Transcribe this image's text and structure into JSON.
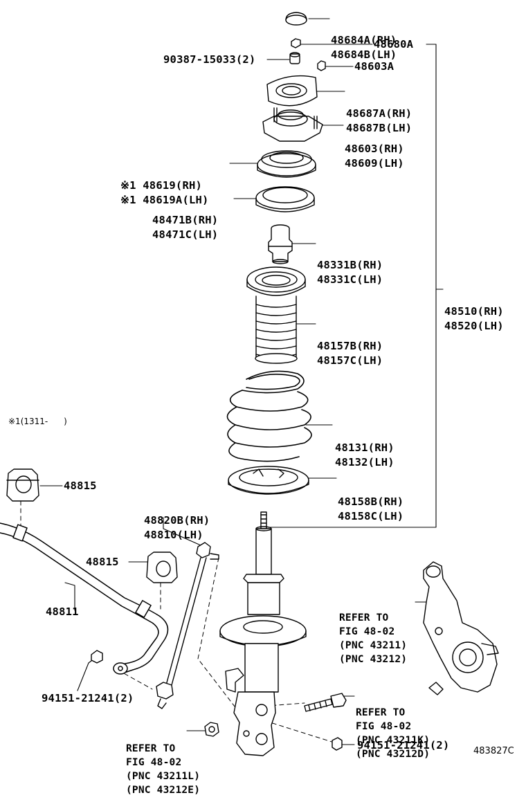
{
  "labels": {
    "p48684": [
      "48684A(RH)",
      "48684B(LH)"
    ],
    "p48680A": "48680A",
    "p90387": "90387-15033(2)",
    "p48603A": "48603A",
    "p48687": [
      "48687A(RH)",
      "48687B(LH)"
    ],
    "p48603": [
      "48603(RH)",
      "48609(LH)"
    ],
    "p48619": [
      "※1 48619(RH)",
      "※1 48619A(LH)"
    ],
    "p48471": [
      "48471B(RH)",
      "48471C(LH)"
    ],
    "p48331": [
      "48331B(RH)",
      "48331C(LH)"
    ],
    "p48510": [
      "48510(RH)",
      "48520(LH)"
    ],
    "p48157": [
      "48157B(RH)",
      "48157C(LH)"
    ],
    "p48131": [
      "48131(RH)",
      "48132(LH)"
    ],
    "p48158": [
      "48158B(RH)",
      "48158C(LH)"
    ],
    "p48815a": "48815",
    "p48820": [
      "48820B(RH)",
      "48810(LH)"
    ],
    "p48815b": "48815",
    "p48811": "48811",
    "ref1": [
      "REFER TO",
      "FIG 48-02",
      "(PNC 43211)",
      "(PNC 43212)"
    ],
    "p94151a": "94151-21241(2)",
    "ref2": [
      "REFER TO",
      "FIG 48-02",
      "(PNC 43211K)",
      "(PNC 43212D)"
    ],
    "ref3": [
      "REFER TO",
      "FIG 48-02",
      "(PNC 43211L)",
      "(PNC 43212E)"
    ],
    "p94151b": "94151-21241(2)"
  },
  "note": "※1(1311-      )",
  "code": "483827C"
}
